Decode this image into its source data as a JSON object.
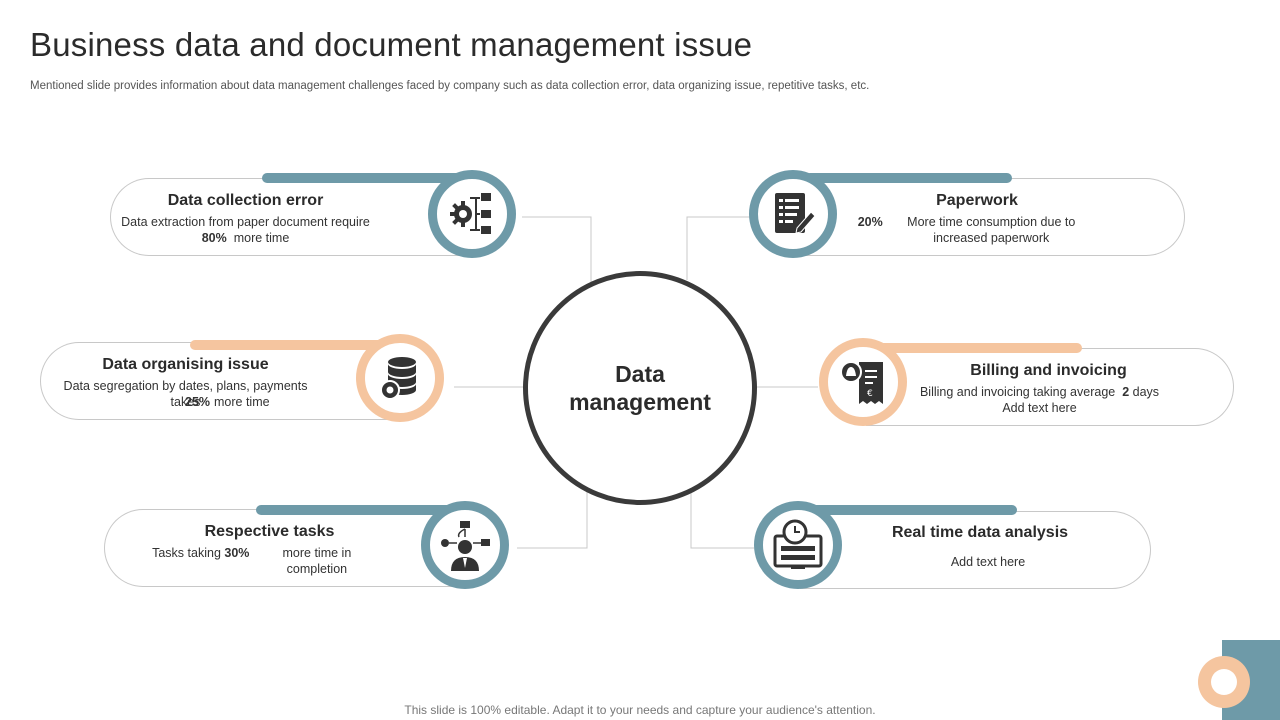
{
  "header": {
    "title": "Business data and document management issue",
    "subtitle": "Mentioned slide provides information about data management challenges faced by company such as data collection error, data organizing issue, repetitive tasks, etc."
  },
  "center": {
    "line1": "Data",
    "line2": "management"
  },
  "items": [
    {
      "title": "Data collection error",
      "desc_pre": "Data extraction from paper document require",
      "desc_bold": "80%",
      "desc_post": "more time",
      "icon": "gear-list-icon"
    },
    {
      "title": "Data organising issue",
      "desc_pre": "Data segregation by dates, plans, payments takes",
      "desc_bold": "25%",
      "desc_post": "more time",
      "icon": "database-gear-icon"
    },
    {
      "title": "Respective  tasks",
      "desc_pre": "Tasks taking",
      "desc_bold": "30%",
      "desc_post": "more time in completion",
      "icon": "person-tasks-icon"
    },
    {
      "title": "Paperwork",
      "desc_bold": "20%",
      "desc_post": "More time consumption due to increased paperwork",
      "icon": "document-pen-icon"
    },
    {
      "title": "Billing and invoicing",
      "desc_pre": "Billing and invoicing taking average",
      "desc_bold": "2",
      "desc_post": "days",
      "desc_line2": "Add text here",
      "icon": "invoice-bell-icon"
    },
    {
      "title": "Real time data analysis",
      "desc_line2": "Add text here",
      "icon": "clock-monitor-icon"
    }
  ],
  "footer": "This slide is 100% editable. Adapt it to your needs and capture your audience's attention.",
  "colors": {
    "teal": "#6e9aa8",
    "peach": "#f5c59f",
    "dark": "#3a3a3a"
  }
}
